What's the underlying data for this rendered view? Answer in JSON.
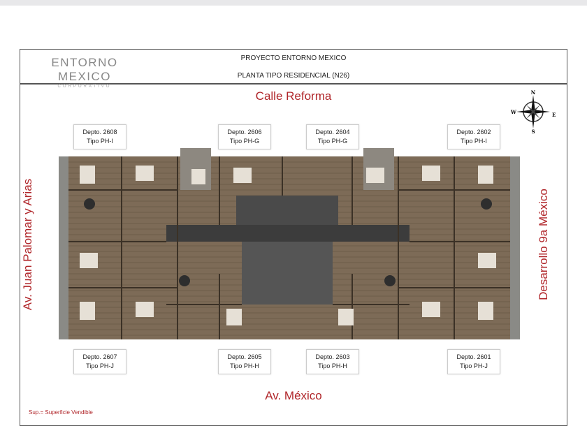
{
  "header": {
    "logo": {
      "main": "ENTORNO MEXICO",
      "sub": "CORPORATIVO"
    },
    "title": "PROYECTO ENTORNO MEXICO",
    "subtitle": "PLANTA TIPO RESIDENCIAL (N26)"
  },
  "streets": {
    "north": "Calle Reforma",
    "south": "Av. México",
    "west": "Av. Juan Palomar y Arias",
    "east": "Desarrollo 9a México"
  },
  "compass": {
    "n": "N",
    "s": "S",
    "e": "E",
    "w": "W"
  },
  "units_top": [
    {
      "depto": "Depto. 2608",
      "tipo": "Tipo PH-I"
    },
    {
      "depto": "Depto. 2606",
      "tipo": "Tipo PH-G"
    },
    {
      "depto": "Depto. 2604",
      "tipo": "Tipo PH-G"
    },
    {
      "depto": "Depto. 2602",
      "tipo": "Tipo PH-I"
    }
  ],
  "units_bottom": [
    {
      "depto": "Depto. 2607",
      "tipo": "Tipo PH-J"
    },
    {
      "depto": "Depto. 2605",
      "tipo": "Tipo PH-H"
    },
    {
      "depto": "Depto. 2603",
      "tipo": "Tipo PH-H"
    },
    {
      "depto": "Depto. 2601",
      "tipo": "Tipo PH-J"
    }
  ],
  "note": "Sup.= Superficie Vendible",
  "colors": {
    "accent": "#b0262a",
    "floor": "#7a6a58",
    "core": "#3c3c3c"
  }
}
